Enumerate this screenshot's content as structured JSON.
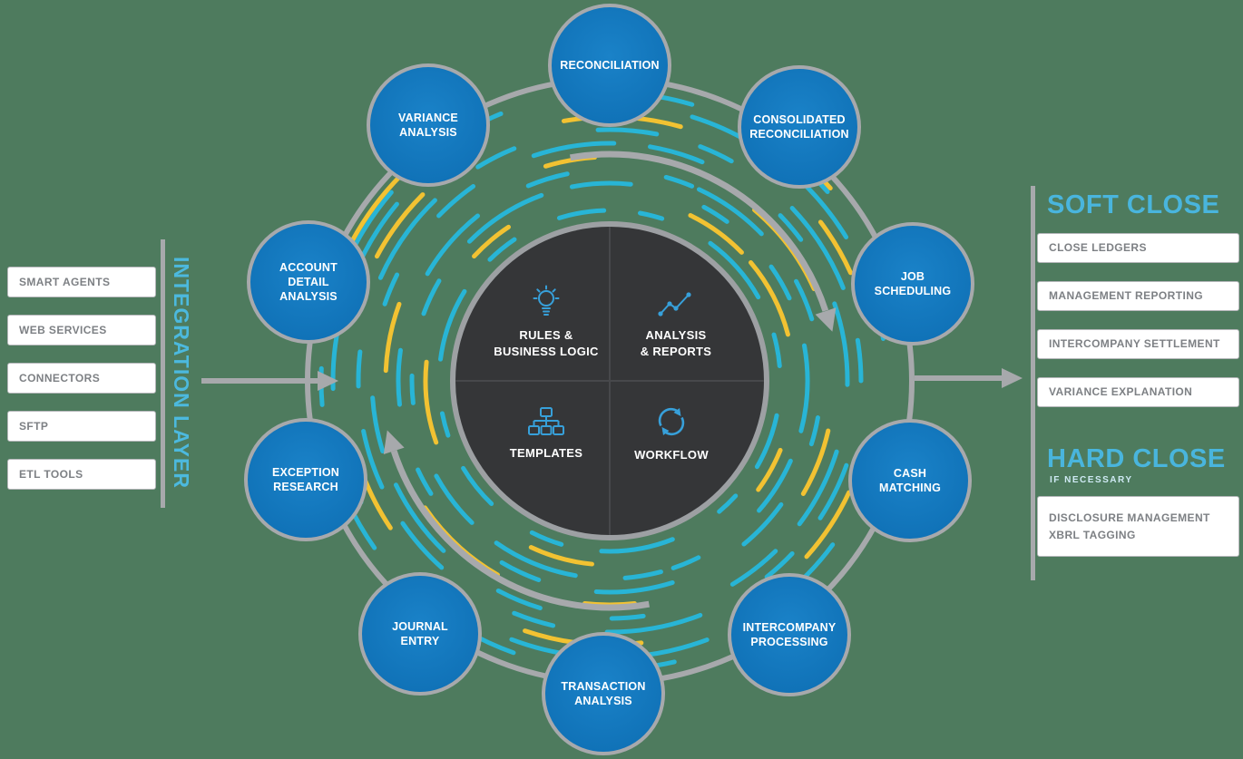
{
  "colors": {
    "background": "#4e7b5e",
    "node_blue": "#1076bd",
    "accent_cyan": "#28b5d6",
    "accent_yellow": "#f2c232",
    "ring_gray": "#a7a9ac",
    "heading_blue": "#49b5dd",
    "center_dark": "#353638"
  },
  "integration_layer": {
    "title": "INTEGRATION LAYER",
    "items": [
      "SMART AGENTS",
      "WEB SERVICES",
      "CONNECTORS",
      "SFTP",
      "ETL TOOLS"
    ]
  },
  "wheel": {
    "nodes": [
      {
        "label": "RECONCILIATION"
      },
      {
        "label": "CONSOLIDATED\nRECONCILIATION"
      },
      {
        "label": "JOB\nSCHEDULING"
      },
      {
        "label": "CASH\nMATCHING"
      },
      {
        "label": "INTERCOMPANY\nPROCESSING"
      },
      {
        "label": "TRANSACTION\nANALYSIS"
      },
      {
        "label": "JOURNAL\nENTRY"
      },
      {
        "label": "EXCEPTION\nRESEARCH"
      },
      {
        "label": "ACCOUNT\nDETAIL\nANALYSIS"
      },
      {
        "label": "VARIANCE\nANALYSIS"
      }
    ],
    "center": {
      "quadrants": [
        {
          "label": "RULES &\nBUSINESS LOGIC",
          "icon": "lightbulb-icon"
        },
        {
          "label": "ANALYSIS\n& REPORTS",
          "icon": "trend-chart-icon"
        },
        {
          "label": "TEMPLATES",
          "icon": "sitemap-icon"
        },
        {
          "label": "WORKFLOW",
          "icon": "refresh-icon"
        }
      ]
    }
  },
  "soft_close": {
    "title": "SOFT CLOSE",
    "items": [
      "CLOSE LEDGERS",
      "MANAGEMENT REPORTING",
      "INTERCOMPANY SETTLEMENT",
      "VARIANCE EXPLANATION"
    ]
  },
  "hard_close": {
    "title": "HARD CLOSE",
    "subtitle": "IF NECESSARY",
    "items": [
      "DISCLOSURE MANAGEMENT\nXBRL TAGGING"
    ]
  }
}
